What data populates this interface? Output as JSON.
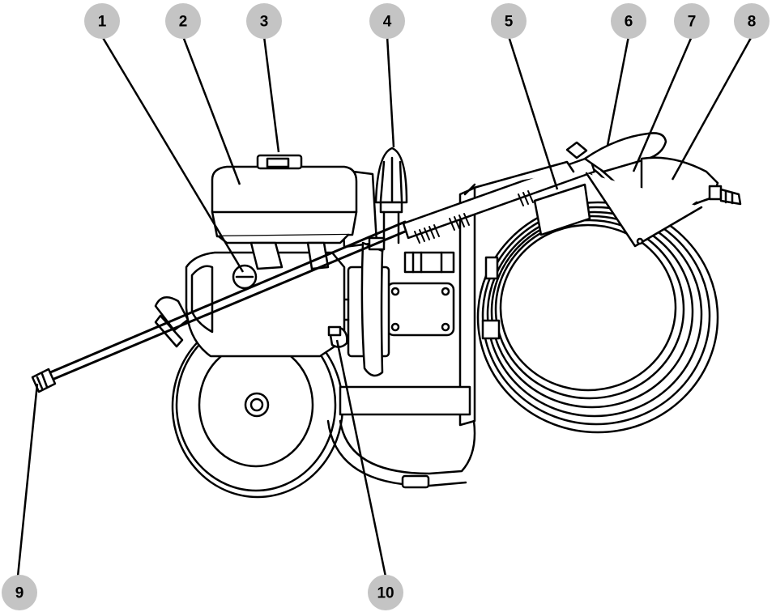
{
  "colors": {
    "badge_fill": "#c4c4c4",
    "line": "#000000",
    "background": "#ffffff"
  },
  "callouts": [
    {
      "number": "1"
    },
    {
      "number": "2"
    },
    {
      "number": "3"
    },
    {
      "number": "4"
    },
    {
      "number": "5"
    },
    {
      "number": "6"
    },
    {
      "number": "7"
    },
    {
      "number": "8"
    },
    {
      "number": "9"
    },
    {
      "number": "10"
    }
  ]
}
